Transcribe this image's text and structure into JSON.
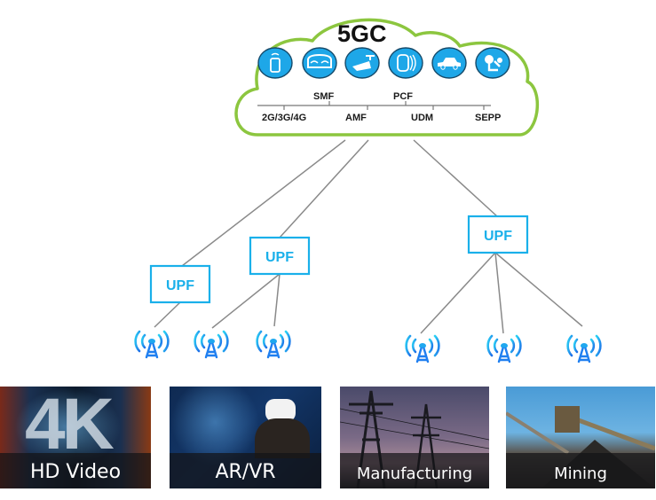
{
  "core": {
    "title": "5GC",
    "service_icons": [
      {
        "name": "smartphone-icon"
      },
      {
        "name": "vr-headset-icon"
      },
      {
        "name": "drone-icon"
      },
      {
        "name": "wearable-glasses-icon"
      },
      {
        "name": "car-icon"
      },
      {
        "name": "robot-arm-icon"
      }
    ],
    "functions_top": [
      "SMF",
      "PCF"
    ],
    "functions_bottom": [
      "2G/3G/4G",
      "AMF",
      "UDM",
      "SEPP"
    ]
  },
  "upf_nodes": [
    {
      "label": "UPF"
    },
    {
      "label": "UPF"
    },
    {
      "label": "UPF"
    }
  ],
  "base_stations": [
    {
      "name": "antenna-tower-icon"
    },
    {
      "name": "antenna-tower-icon"
    },
    {
      "name": "antenna-tower-icon"
    },
    {
      "name": "antenna-tower-icon"
    },
    {
      "name": "antenna-tower-icon"
    },
    {
      "name": "antenna-tower-icon"
    }
  ],
  "use_cases": [
    {
      "label": "HD Video",
      "overlay": "4K"
    },
    {
      "label": "AR/VR"
    },
    {
      "label": "Manufacturing"
    },
    {
      "label": "Mining"
    }
  ],
  "colors": {
    "cloud_outline": "#8cc63f",
    "icon_fill": "#1ea7e8",
    "upf_border": "#1ab0ea",
    "link": "#8a8a8a",
    "antenna_light": "#2ad4f5",
    "antenna_dark": "#1f6fe8"
  }
}
